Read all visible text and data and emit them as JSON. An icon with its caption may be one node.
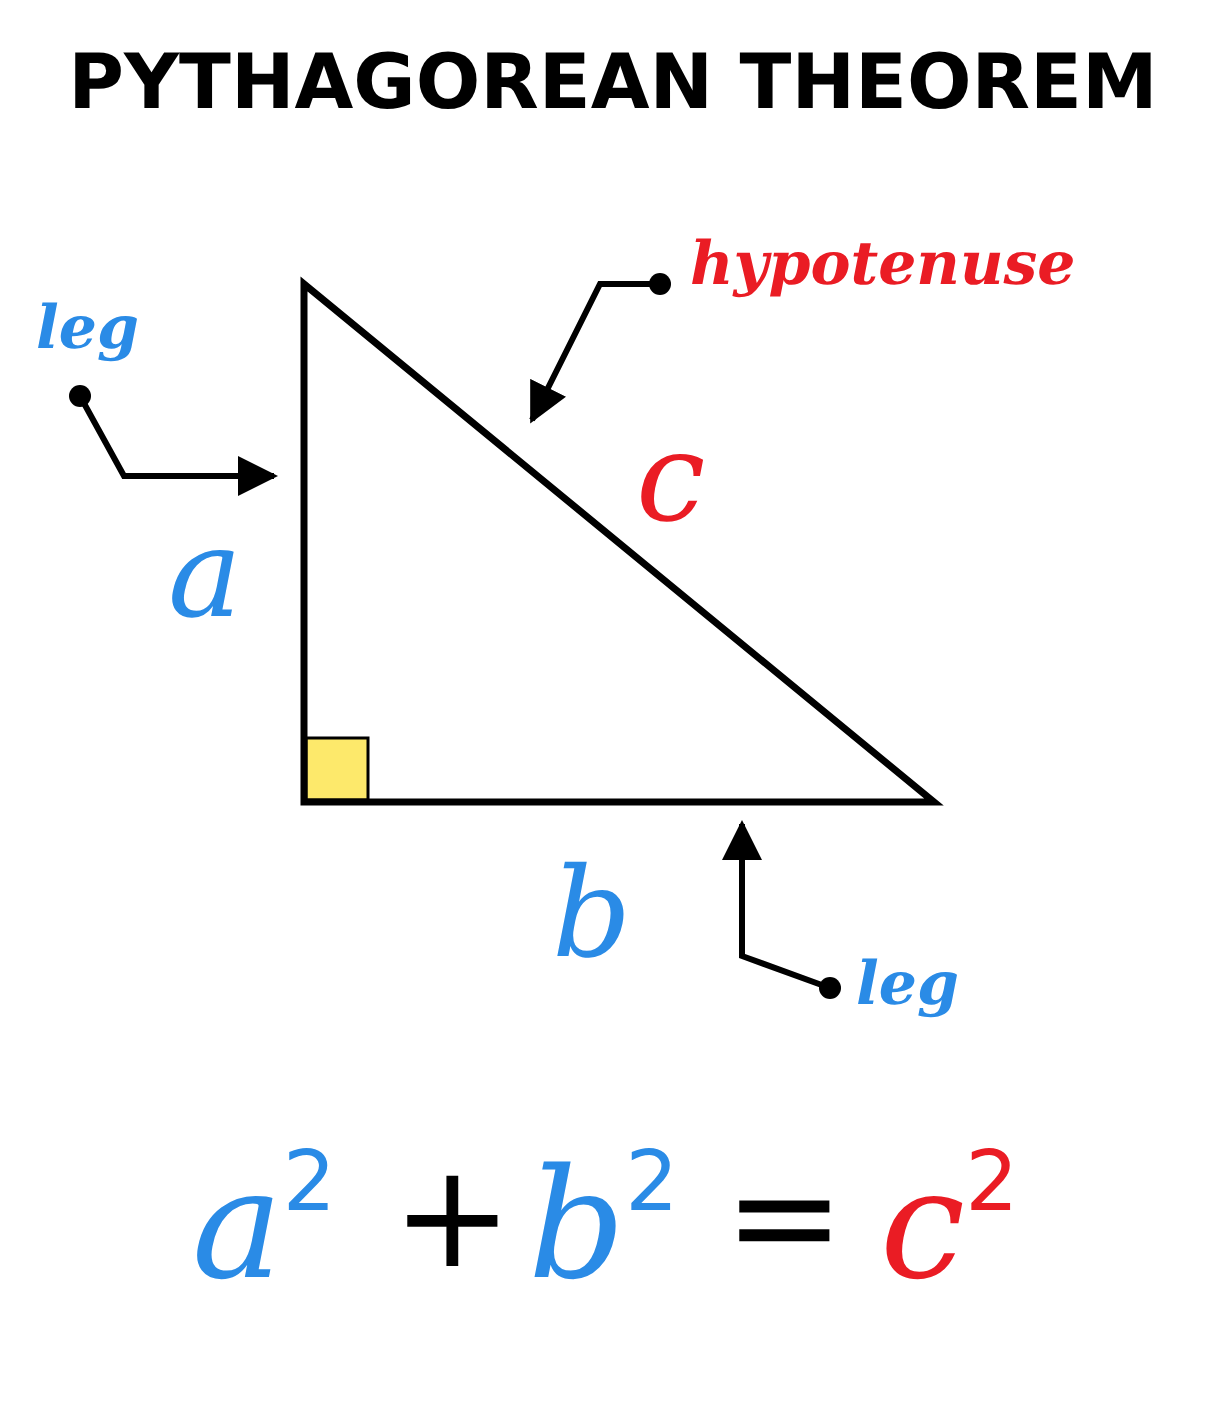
{
  "diagram": {
    "title": "PYTHAGOREAN THEOREM",
    "nodes": [
      {
        "text": [
          "leg"
        ]
      },
      {
        "text": [
          "hypotenuse"
        ]
      },
      {
        "text": [
          "leg"
        ]
      }
    ],
    "edges": [
      {
        "from": 0,
        "to": null,
        "arrow": "to"
      },
      {
        "from": 1,
        "to": null,
        "arrow": "to"
      },
      {
        "from": 2,
        "to": null,
        "arrow": "to"
      }
    ],
    "labels": [
      "a",
      "c",
      "b",
      "a$^{2}$",
      "+",
      "b$^{2}$",
      "=",
      "c$^{2}$"
    ]
  }
}
